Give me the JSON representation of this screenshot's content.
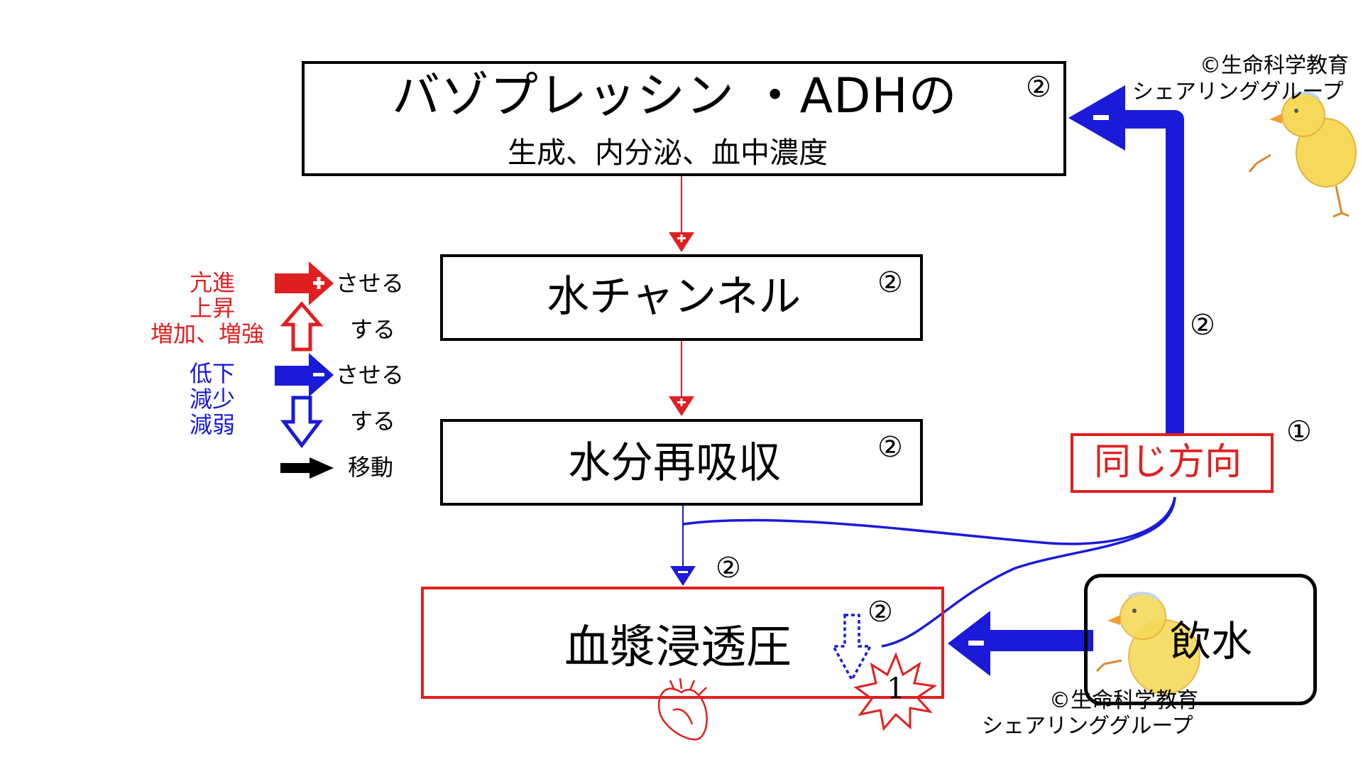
{
  "copyright_top": [
    "©生命科学教育",
    "シェアリンググループ"
  ],
  "copyright_bottom": [
    "©生命科学教育",
    "シェアリンググループ"
  ],
  "boxes": {
    "adh": {
      "title": "バゾプレッシン ・ADHの",
      "subtitle": "生成、内分泌、血中濃度",
      "mark": "②"
    },
    "water_channel": {
      "title": "水チャンネル",
      "mark": "②"
    },
    "reabsorption": {
      "title": "水分再吸収",
      "mark": "②"
    },
    "osmotic": {
      "title": "血漿浸透圧",
      "mark": "②",
      "star": "1"
    },
    "drinking": {
      "title": "飲水"
    },
    "same_direction": {
      "title": "同じ方向",
      "mark": "①"
    }
  },
  "arrow_marks": {
    "feedback": "②",
    "to_osmotic": "②"
  },
  "legend": {
    "increase_words": [
      "亢進",
      "上昇",
      "増加、増強"
    ],
    "decrease_words": [
      "低下",
      "減少",
      "減弱"
    ],
    "make": "させる",
    "do": "する",
    "move": "移動"
  },
  "signs": {
    "plus": "+",
    "minus": "−"
  },
  "colors": {
    "red": "#e02020",
    "blue": "#1a1ad8",
    "black": "#000000"
  }
}
